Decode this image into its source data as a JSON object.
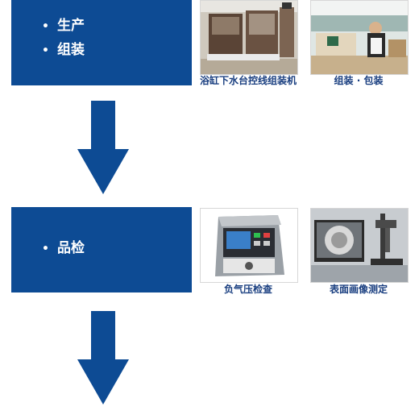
{
  "stages": [
    {
      "items": [
        "生产",
        "组装"
      ]
    },
    {
      "items": [
        "品检"
      ]
    }
  ],
  "captions": {
    "cap1": "浴缸下水台控线组装机",
    "cap2": "组装 · 包装",
    "cap3": "负气压检查",
    "cap4": "表面画像测定"
  },
  "bullet_symbol": "•",
  "colors": {
    "box": "#0d4b94",
    "arrow": "#0d4b94",
    "caption": "#1a3f80"
  },
  "icons": [
    "down-arrow-icon",
    "down-arrow-icon"
  ]
}
